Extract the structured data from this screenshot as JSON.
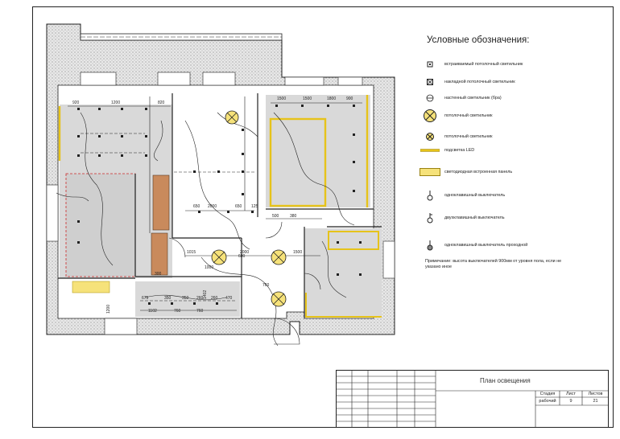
{
  "legend": {
    "title": "Условные обозначения:",
    "items": [
      {
        "symbol": "recessed-ceiling-light-icon",
        "label": "встраиваемый потолочный светильник"
      },
      {
        "symbol": "surface-ceiling-light-icon",
        "label": "накладной потолочный светильник"
      },
      {
        "symbol": "wall-sconce-icon",
        "label": "настенный светильник (бра)"
      },
      {
        "symbol": "ceiling-fixture-large-icon",
        "label": "потолочный светильник"
      },
      {
        "symbol": "ceiling-fixture-small-icon",
        "label": "потолочный светильник"
      },
      {
        "symbol": "led-strip-icon",
        "label": "подсветка LED"
      },
      {
        "symbol": "led-panel-icon",
        "label": "светодиодная встроенная панель"
      },
      {
        "symbol": "single-switch-icon",
        "label": "одноклавишный выключатель"
      },
      {
        "symbol": "double-switch-icon",
        "label": "двухклавишный выключатель"
      },
      {
        "symbol": "pass-through-switch-icon",
        "label": "одноклавишный выключатель проходной"
      }
    ],
    "note": "Примечание: высота выключателей 900мм от уровня пола, если не указано иное"
  },
  "plan": {
    "dimensions": [
      "920",
      "1200",
      "2000",
      "820",
      "1500",
      "1500",
      "1800",
      "900",
      "600",
      "650",
      "650",
      "500",
      "125",
      "380",
      "1015",
      "2000",
      "1500",
      "760",
      "1402",
      "1000",
      "675",
      "350",
      "350",
      "260",
      "800",
      "260",
      "850",
      "470",
      "1102",
      "760",
      "1200",
      "1402",
      "760",
      "300"
    ]
  },
  "stamp": {
    "title": "План освещения",
    "headers": [
      "Стадия",
      "Лист",
      "Листов"
    ],
    "values": [
      "рабочий",
      "9",
      "21"
    ]
  },
  "colors": {
    "wall_hatch": "#c8c8c8",
    "floor_gray": "#d9d9d9",
    "led_yellow": "#e6c31a",
    "panel_yellow": "#f6e27a",
    "wood": "#c98a5c",
    "red": "#cc2a2a"
  }
}
